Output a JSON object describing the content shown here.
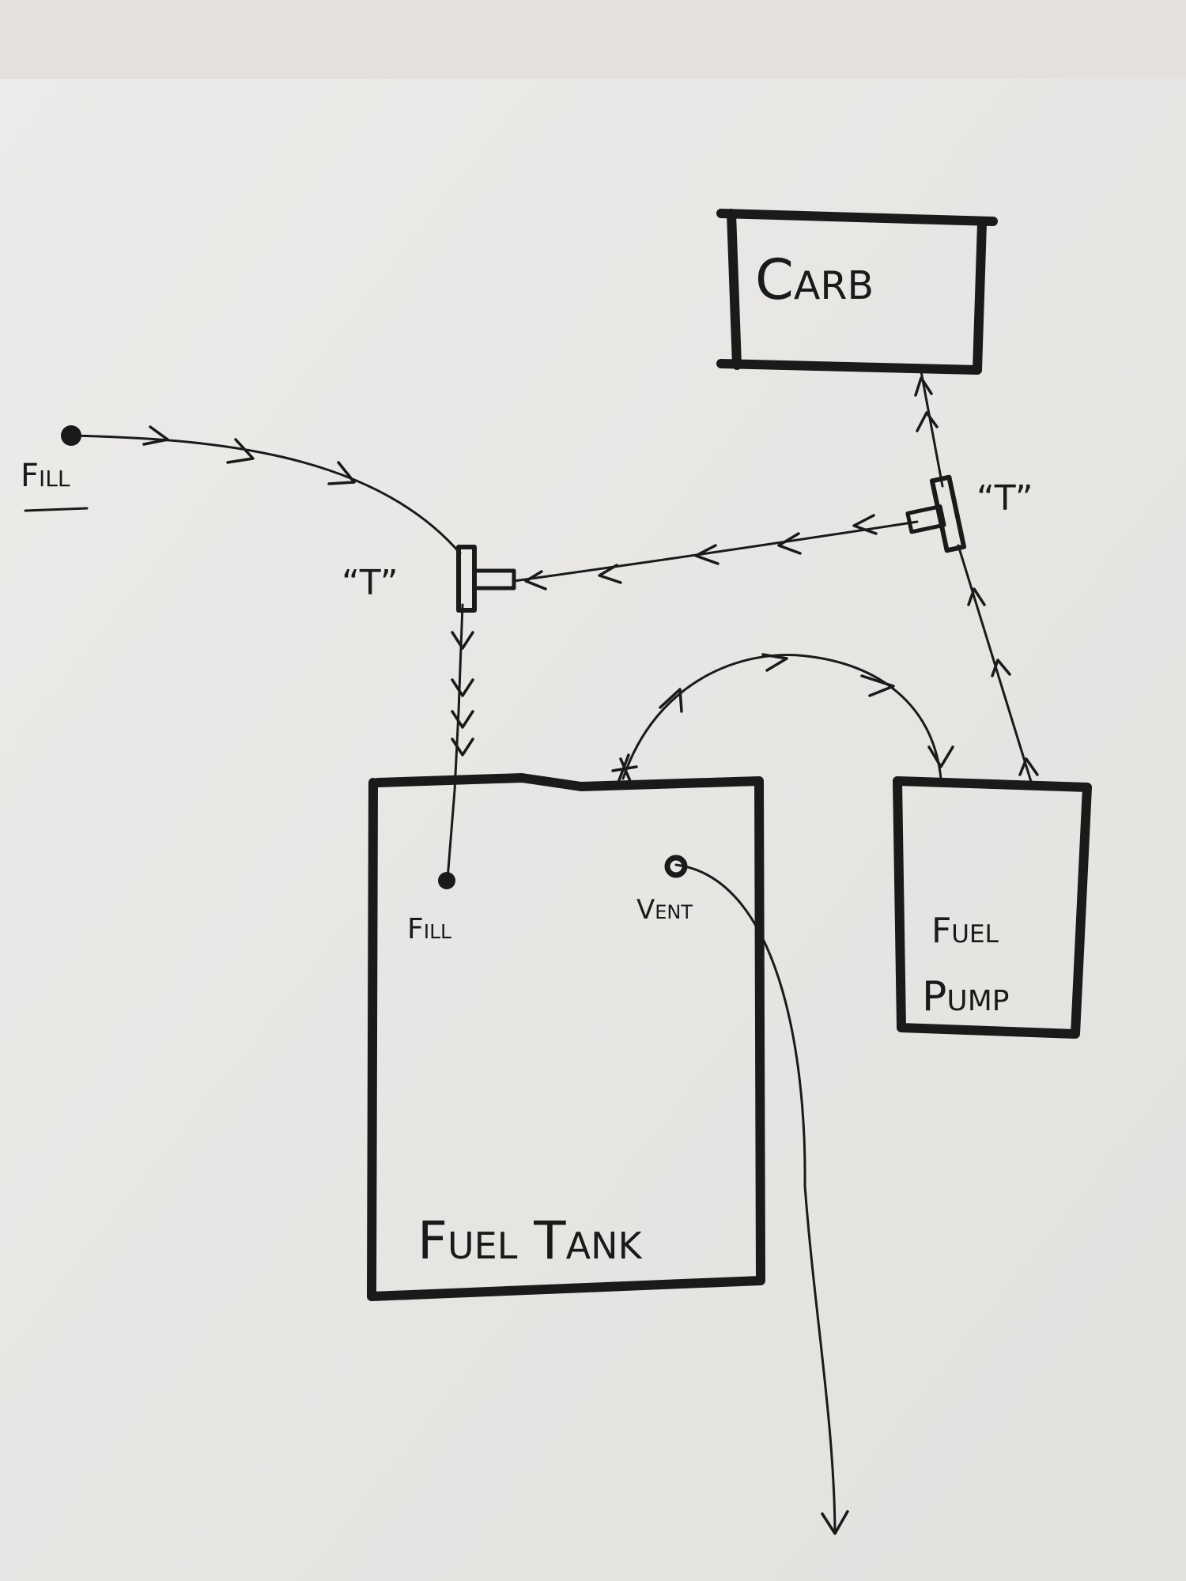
{
  "diagram": {
    "title": "Fuel system sketch",
    "labels": {
      "carb": "Carb",
      "fill_inlet": "Fill",
      "tee_left": "“T”",
      "tee_right": "“T”",
      "tank_fill": "Fill",
      "tank_vent": "Vent",
      "tank": "Fuel Tank",
      "pump_line1": "Fuel",
      "pump_line2": "Pump"
    },
    "colors": {
      "ink": "#1a1a1a",
      "paper": "#ebeae7",
      "background": "#e4e1dc"
    }
  }
}
